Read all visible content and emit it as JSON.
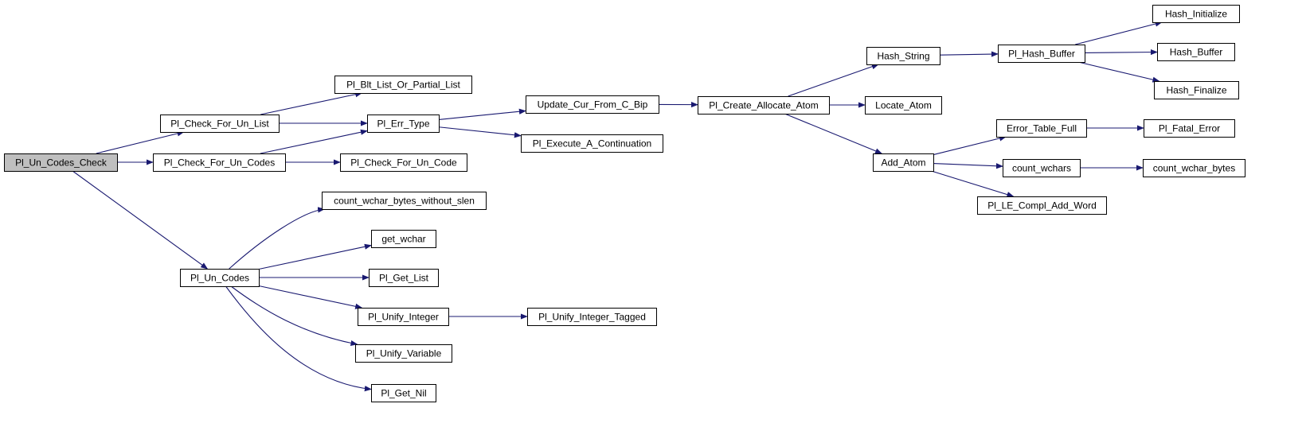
{
  "colors": {
    "edge": "#191970",
    "node_fill": "#ffffff",
    "root_fill": "#bfbfbf",
    "node_border": "#000000"
  },
  "nodes": [
    {
      "id": "pl_un_codes_check",
      "label": "Pl_Un_Codes_Check",
      "root": true
    },
    {
      "id": "pl_check_for_un_list",
      "label": "Pl_Check_For_Un_List"
    },
    {
      "id": "pl_check_for_un_codes",
      "label": "Pl_Check_For_Un_Codes"
    },
    {
      "id": "pl_un_codes",
      "label": "Pl_Un_Codes"
    },
    {
      "id": "pl_blt_list_or_partial_list",
      "label": "Pl_Blt_List_Or_Partial_List"
    },
    {
      "id": "pl_err_type",
      "label": "Pl_Err_Type"
    },
    {
      "id": "pl_check_for_un_code",
      "label": "Pl_Check_For_Un_Code"
    },
    {
      "id": "count_wchar_bytes_without_slen",
      "label": "count_wchar_bytes_without_slen"
    },
    {
      "id": "get_wchar",
      "label": "get_wchar"
    },
    {
      "id": "pl_get_list",
      "label": "Pl_Get_List"
    },
    {
      "id": "pl_unify_integer",
      "label": "Pl_Unify_Integer"
    },
    {
      "id": "pl_unify_variable",
      "label": "Pl_Unify_Variable"
    },
    {
      "id": "pl_get_nil",
      "label": "Pl_Get_Nil"
    },
    {
      "id": "update_cur_from_c_bip",
      "label": "Update_Cur_From_C_Bip"
    },
    {
      "id": "pl_execute_a_continuation",
      "label": "Pl_Execute_A_Continuation"
    },
    {
      "id": "pl_unify_integer_tagged",
      "label": "Pl_Unify_Integer_Tagged"
    },
    {
      "id": "pl_create_allocate_atom",
      "label": "Pl_Create_Allocate_Atom"
    },
    {
      "id": "hash_string",
      "label": "Hash_String"
    },
    {
      "id": "locate_atom",
      "label": "Locate_Atom"
    },
    {
      "id": "add_atom",
      "label": "Add_Atom"
    },
    {
      "id": "pl_hash_buffer",
      "label": "Pl_Hash_Buffer"
    },
    {
      "id": "error_table_full",
      "label": "Error_Table_Full"
    },
    {
      "id": "count_wchars",
      "label": "count_wchars"
    },
    {
      "id": "pl_le_compl_add_word",
      "label": "Pl_LE_Compl_Add_Word"
    },
    {
      "id": "hash_initialize",
      "label": "Hash_Initialize"
    },
    {
      "id": "hash_buffer",
      "label": "Hash_Buffer"
    },
    {
      "id": "hash_finalize",
      "label": "Hash_Finalize"
    },
    {
      "id": "pl_fatal_error",
      "label": "Pl_Fatal_Error"
    },
    {
      "id": "count_wchar_bytes",
      "label": "count_wchar_bytes"
    }
  ],
  "edges": [
    {
      "from": "pl_un_codes_check",
      "to": "pl_check_for_un_list"
    },
    {
      "from": "pl_un_codes_check",
      "to": "pl_check_for_un_codes"
    },
    {
      "from": "pl_un_codes_check",
      "to": "pl_un_codes"
    },
    {
      "from": "pl_check_for_un_list",
      "to": "pl_blt_list_or_partial_list"
    },
    {
      "from": "pl_check_for_un_list",
      "to": "pl_err_type"
    },
    {
      "from": "pl_check_for_un_codes",
      "to": "pl_err_type"
    },
    {
      "from": "pl_check_for_un_codes",
      "to": "pl_check_for_un_code"
    },
    {
      "from": "pl_err_type",
      "to": "update_cur_from_c_bip"
    },
    {
      "from": "pl_err_type",
      "to": "pl_execute_a_continuation"
    },
    {
      "from": "update_cur_from_c_bip",
      "to": "pl_create_allocate_atom"
    },
    {
      "from": "pl_create_allocate_atom",
      "to": "hash_string"
    },
    {
      "from": "pl_create_allocate_atom",
      "to": "locate_atom"
    },
    {
      "from": "pl_create_allocate_atom",
      "to": "add_atom"
    },
    {
      "from": "hash_string",
      "to": "pl_hash_buffer"
    },
    {
      "from": "pl_hash_buffer",
      "to": "hash_initialize"
    },
    {
      "from": "pl_hash_buffer",
      "to": "hash_buffer"
    },
    {
      "from": "pl_hash_buffer",
      "to": "hash_finalize"
    },
    {
      "from": "add_atom",
      "to": "error_table_full"
    },
    {
      "from": "add_atom",
      "to": "count_wchars"
    },
    {
      "from": "add_atom",
      "to": "pl_le_compl_add_word"
    },
    {
      "from": "error_table_full",
      "to": "pl_fatal_error"
    },
    {
      "from": "count_wchars",
      "to": "count_wchar_bytes"
    },
    {
      "from": "pl_un_codes",
      "to": "count_wchar_bytes_without_slen"
    },
    {
      "from": "pl_un_codes",
      "to": "get_wchar"
    },
    {
      "from": "pl_un_codes",
      "to": "pl_get_list"
    },
    {
      "from": "pl_un_codes",
      "to": "pl_unify_integer"
    },
    {
      "from": "pl_un_codes",
      "to": "pl_unify_variable"
    },
    {
      "from": "pl_un_codes",
      "to": "pl_get_nil"
    },
    {
      "from": "pl_unify_integer",
      "to": "pl_unify_integer_tagged"
    }
  ]
}
